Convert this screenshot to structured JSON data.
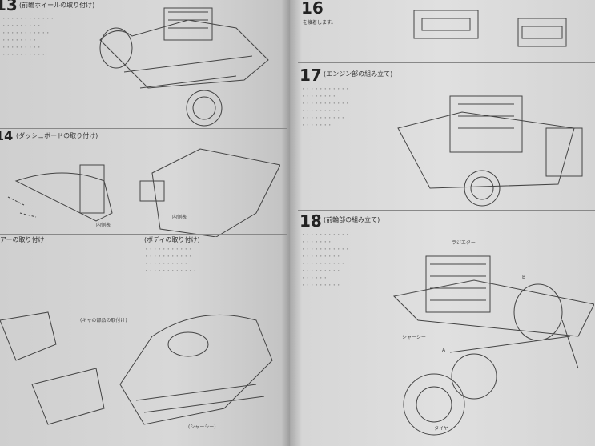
{
  "left_page": {
    "step13": {
      "number": "13",
      "title": "(前輪ホイールの取り付け)"
    },
    "step14": {
      "number": "14",
      "title": "(ダッシュボードの取り付け)"
    },
    "step15a": {
      "title": "アーの取り付け"
    },
    "step15b": {
      "title": "(ボディの取り付け)"
    },
    "labels": {
      "chassis": "(シャーシー)",
      "callout": "(キャの部品の取付け)",
      "inner_a": "内側表",
      "inner_b": "内側表"
    }
  },
  "right_page": {
    "step16": {
      "number": "16",
      "title": "を接着します。"
    },
    "step17": {
      "number": "17",
      "title": "(エンジン部の組み立て)"
    },
    "step18": {
      "number": "18",
      "title": "(前輪部の組み立て)"
    },
    "labels": {
      "radiator": "ラジエター",
      "tire": "タイヤ",
      "chassis": "シャーシー",
      "A": "A",
      "B": "B"
    }
  }
}
